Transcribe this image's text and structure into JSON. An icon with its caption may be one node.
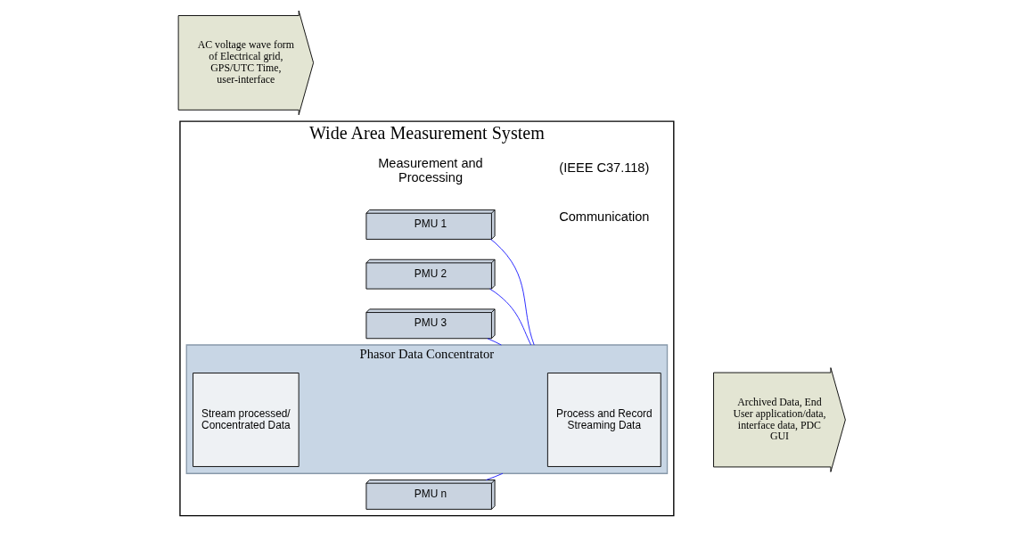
{
  "diagram": {
    "nodes": [
      {
        "text": [
          "AC voltage wave form of Electrical grid, GPS/UTC Time, user-interface"
        ]
      },
      {
        "text": [
          "Wide Area Measurement System"
        ]
      },
      {
        "text": [
          "PMU 1"
        ],
        "in": 1
      },
      {
        "text": [
          "PMU 2"
        ],
        "in": 1
      },
      {
        "text": [
          "PMU 3"
        ],
        "in": 1
      },
      {
        "text": [
          "PMU n"
        ],
        "in": 1
      },
      {
        "text": [
          "Phasor Data Concentrator"
        ],
        "in": 1
      },
      {
        "text": [
          "Process and Record Streaming Data"
        ],
        "in": 6
      },
      {
        "text": [
          "Stream processed/ Concentrated Data"
        ],
        "in": 6
      },
      {
        "text": [
          "Archived Data, End User application/data, interface data, PDC GUI"
        ]
      }
    ],
    "edges": [
      {
        "from": 2,
        "to": 6,
        "arrow": "none"
      },
      {
        "from": 3,
        "to": 6,
        "arrow": "none"
      },
      {
        "from": 4,
        "to": 6,
        "arrow": "none"
      },
      {
        "from": 5,
        "to": 6,
        "arrow": "none"
      }
    ],
    "labels": [
      "Measurement and Processing",
      "Communication",
      "(IEEE C37.118)"
    ]
  }
}
